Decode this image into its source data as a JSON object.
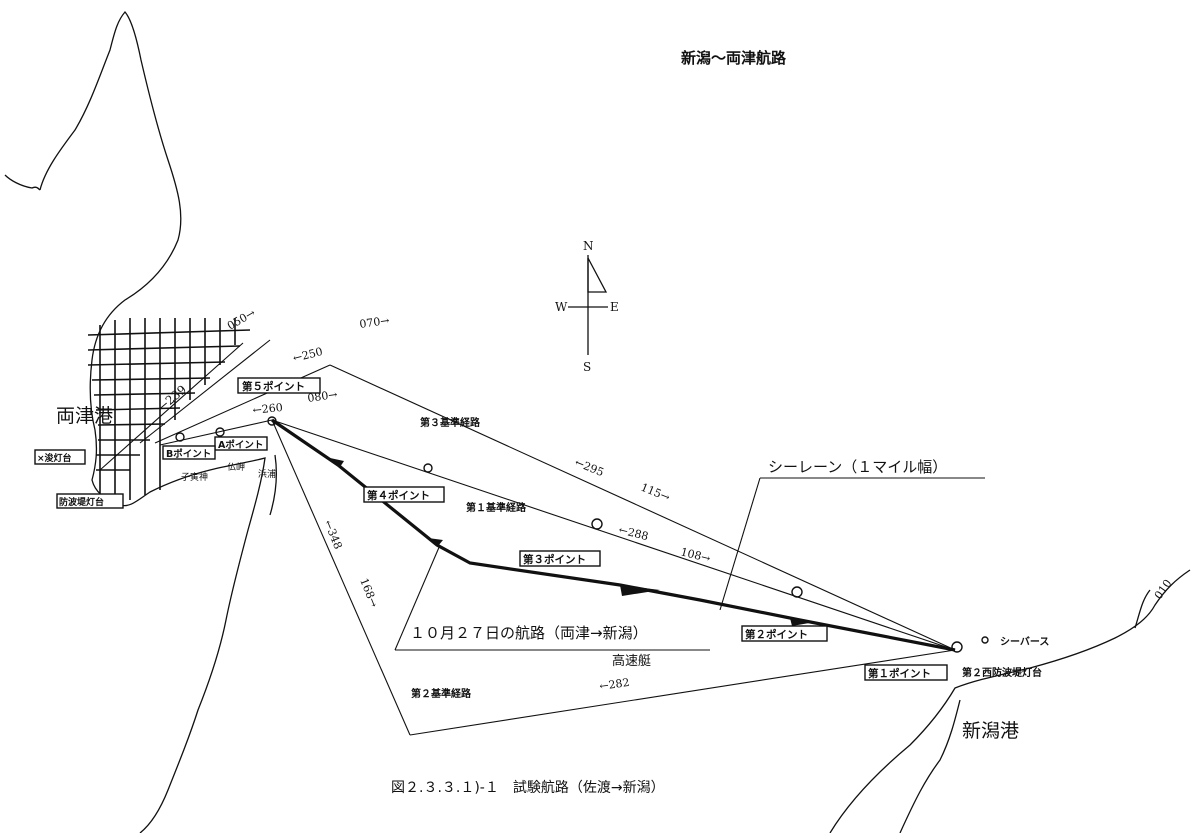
{
  "title": "新潟～両津航路",
  "caption": "図２.３.３.１)-１　試験航路（佐渡→新潟）",
  "compass": {
    "n": "N",
    "s": "S",
    "e": "E",
    "w": "W"
  },
  "ports": {
    "ryotsu": "両津港",
    "niigata": "新潟港"
  },
  "points": {
    "p1": "第１ポイント",
    "p2": "第２ポイント",
    "p3": "第３ポイント",
    "p4": "第４ポイント",
    "p5": "第５ポイント",
    "a": "Aポイント",
    "b": "Bポイント"
  },
  "routes": {
    "r1": "第１基準経路",
    "r2": "第２基準経路",
    "r3": "第３基準経路",
    "sealane": "シーレーン（１マイル幅）",
    "oct27": "１０月２７日の航路（両津→新潟）",
    "vessel": "高速艇"
  },
  "landmarks": {
    "seaberth": "シーバース",
    "breakwater_lh": "第２西防波堤灯台",
    "lighthouse_left": "×浚灯台",
    "breakwater_left": "防波堤灯台",
    "koshin": "子寅神",
    "hotoke": "仏岬",
    "beach": "浜浦"
  },
  "bearings": {
    "b050": "050→",
    "b070": "070→",
    "b239": "←239",
    "b250": "←250",
    "b080": "080→",
    "b260": "←260",
    "b295": "←295",
    "b115": "115→",
    "b288": "←288",
    "b108": "108→",
    "b348": "←348",
    "b168": "168→",
    "b282": "←282",
    "b010": "010"
  }
}
